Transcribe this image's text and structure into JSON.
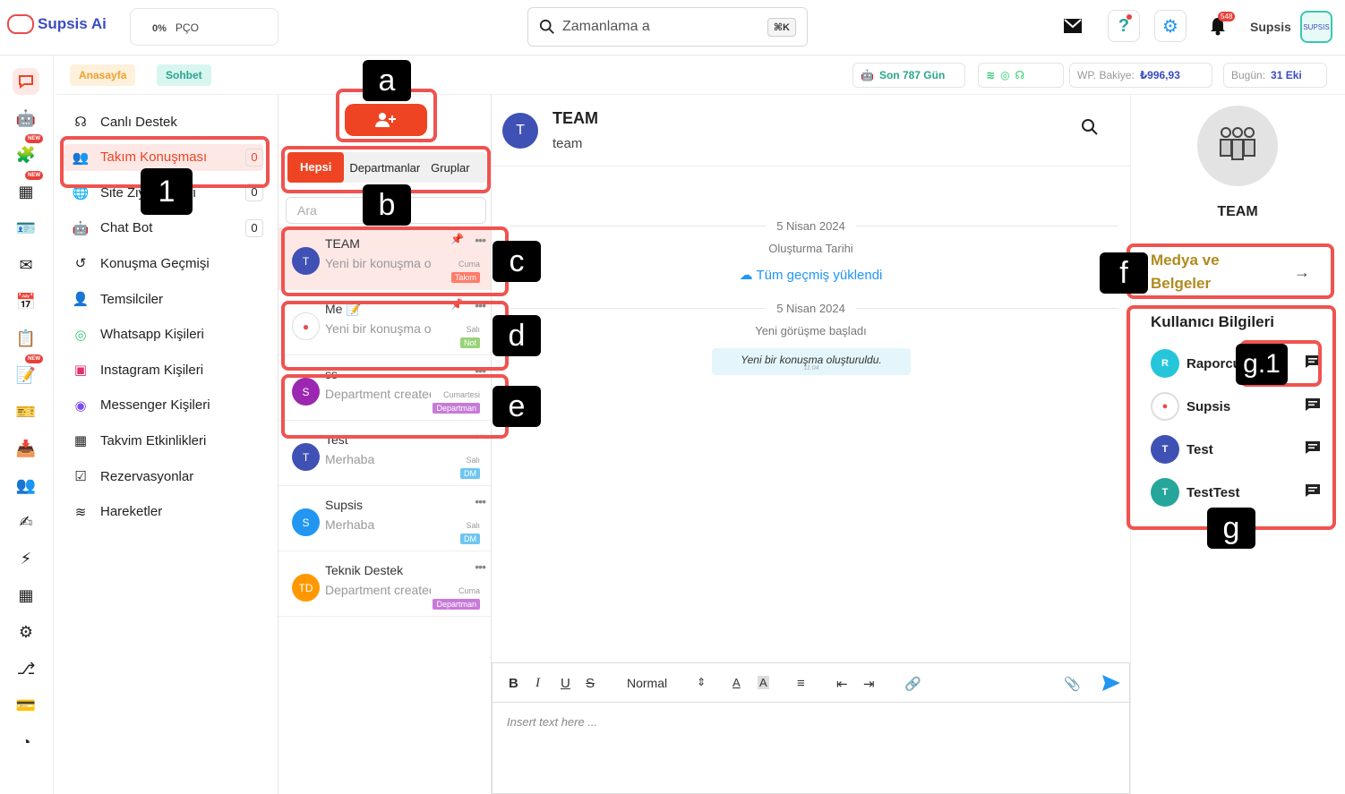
{
  "app": {
    "name": "Supsis Ai"
  },
  "top": {
    "usage_pct": "0%",
    "usage_label": "PÇO",
    "search_value": "Zamanlama a",
    "search_kbd": "⌘K",
    "notif_count": "548",
    "user_name": "Supsis",
    "avatar_text": "SUPSIS"
  },
  "subbar": {
    "crumb_home": "Anasayfa",
    "crumb_chat": "Sohbet",
    "days_left": "Son 787 Gün",
    "wp_label": "WP. Bakiye:",
    "wp_value": "₺996,93",
    "today_label": "Bugün:",
    "today_value": "31 Eki"
  },
  "rail": {
    "new_badge": "NEW"
  },
  "nav": {
    "items": [
      {
        "label": "Canlı Destek",
        "icon": "headset-icon",
        "count": ""
      },
      {
        "label": "Takım Konuşması",
        "icon": "team-icon",
        "count": "0"
      },
      {
        "label": "Site Ziyaretçileri",
        "icon": "globe-icon",
        "count": "0"
      },
      {
        "label": "Chat Bot",
        "icon": "bot-icon",
        "count": "0"
      },
      {
        "label": "Konuşma Geçmişi",
        "icon": "history-icon",
        "count": ""
      },
      {
        "label": "Temsilciler",
        "icon": "agents-icon",
        "count": ""
      },
      {
        "label": "Whatsapp Kişileri",
        "icon": "whatsapp-icon",
        "count": ""
      },
      {
        "label": "Instagram Kişileri",
        "icon": "instagram-icon",
        "count": ""
      },
      {
        "label": "Messenger Kişileri",
        "icon": "messenger-icon",
        "count": ""
      },
      {
        "label": "Takvim Etkinlikleri",
        "icon": "calendar-icon",
        "count": ""
      },
      {
        "label": "Rezervasyonlar",
        "icon": "calendar-check-icon",
        "count": ""
      },
      {
        "label": "Hareketler",
        "icon": "rss-icon",
        "count": ""
      }
    ]
  },
  "conv": {
    "tabs": [
      "Hepsi",
      "Departmanlar",
      "Gruplar"
    ],
    "search_placeholder": "Ara",
    "items": [
      {
        "name": "TEAM",
        "preview": "Yeni bir konuşma oluşturuldu",
        "date": "Cuma",
        "tag": "Takım",
        "avatar": "T",
        "avatar_color": "#3f51b5",
        "tag_color": "#ff7b6b"
      },
      {
        "name": "Me 📝",
        "preview": "Yeni bir konuşma oluşturuldu",
        "date": "Salı",
        "tag": "Not",
        "avatar": "",
        "avatar_color": "#ffffff",
        "tag_color": "#9ad27a"
      },
      {
        "name": "ss",
        "preview": "Department created",
        "date": "Cumartesi",
        "tag": "Departman",
        "avatar": "S",
        "avatar_color": "#9c27b0",
        "tag_color": "#c77ad8"
      },
      {
        "name": "Test",
        "preview": "Merhaba",
        "date": "Salı",
        "tag": "DM",
        "avatar": "T",
        "avatar_color": "#3f51b5",
        "tag_color": "#6ec6f0"
      },
      {
        "name": "Supsis",
        "preview": "Merhaba",
        "date": "Salı",
        "tag": "DM",
        "avatar": "S",
        "avatar_color": "#2196f3",
        "tag_color": "#6ec6f0"
      },
      {
        "name": "Teknik Destek",
        "preview": "Department created",
        "date": "Cuma",
        "tag": "Departman",
        "avatar": "TD",
        "avatar_color": "#ff9800",
        "tag_color": "#c77ad8"
      }
    ]
  },
  "chat": {
    "title": "TEAM",
    "subtitle": "team",
    "avatar": "T",
    "date1": "5 Nisan 2024",
    "created_label": "Oluşturma Tarihi",
    "history_loaded": "Tüm geçmiş yüklendi",
    "date2": "5 Nisan 2024",
    "started_label": "Yeni görüşme başladı",
    "bubble_text": "Yeni bir konuşma oluşturuldu.",
    "bubble_time": "11:04",
    "format_select": "Normal",
    "editor_placeholder": "Insert text here ..."
  },
  "right": {
    "team_name": "TEAM",
    "media_label": "Medya ve Belgeler",
    "user_info_title": "Kullanıcı Bilgileri",
    "users": [
      {
        "name": "Raporcu",
        "avatar": "R",
        "color": "#26c6da"
      },
      {
        "name": "Supsis",
        "avatar": "",
        "color": "#ffffff"
      },
      {
        "name": "Test",
        "avatar": "T",
        "color": "#3f51b5"
      },
      {
        "name": "TestTest",
        "avatar": "T",
        "color": "#26a69a"
      }
    ]
  },
  "annotations": {
    "a": "a",
    "b": "b",
    "c": "c",
    "d": "d",
    "e": "e",
    "f": "f",
    "g": "g",
    "g1": "g.1",
    "one": "1"
  },
  "colors": {
    "accent": "#ee4423",
    "brand": "#3b4cc0",
    "highlight": "#ef5350"
  }
}
